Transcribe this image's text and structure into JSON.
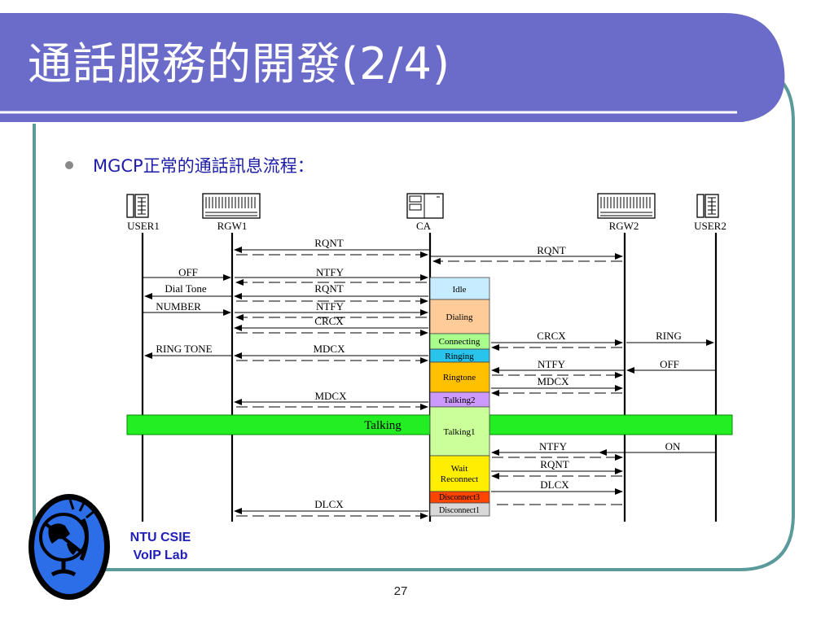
{
  "slide": {
    "title": "通話服務的開發(2/4)",
    "bullet_prefix": "MGCP",
    "bullet_rest": "正常的通話訊息流程：",
    "page_number": "27",
    "lab_line1": "NTU CSIE",
    "lab_line2": "VoIP Lab"
  },
  "colors": {
    "title_band": "#6b6bc9",
    "frame": "#5a9a9a",
    "bullet_text": "#1c1ca8",
    "talking_bar": "#22ee22",
    "idle": "#c8ecff",
    "dialing": "#ffcc99",
    "connecting": "#a8ff8c",
    "ringing": "#28c4ec",
    "ringtone": "#ffc000",
    "talking2": "#cc99ff",
    "talking1": "#cbff99",
    "wait_reconnect": "#ffee00",
    "disconnect3": "#ff4500",
    "disconnect1": "#d8d8d8"
  },
  "diagram": {
    "entities": [
      "USER1",
      "RGW1",
      "CA",
      "RGW2",
      "USER2"
    ],
    "states": [
      "Idle",
      "Dialing",
      "Connecting",
      "Ringing",
      "Ringtone",
      "Talking2",
      "Talking1",
      "Wait",
      "Reconnect",
      "Disconnect3",
      "Disconnect1"
    ],
    "talking_label": "Talking",
    "messages": [
      "RQNT",
      "RQNT",
      "OFF",
      "NTFY",
      "Dial Tone",
      "RQNT",
      "NUMBER",
      "NTFY",
      "CRCX",
      "CRCX",
      "RING",
      "RING TONE",
      "MDCX",
      "NTFY",
      "OFF",
      "MDCX",
      "MDCX",
      "NTFY",
      "ON",
      "RQNT",
      "DLCX",
      "DLCX"
    ]
  }
}
